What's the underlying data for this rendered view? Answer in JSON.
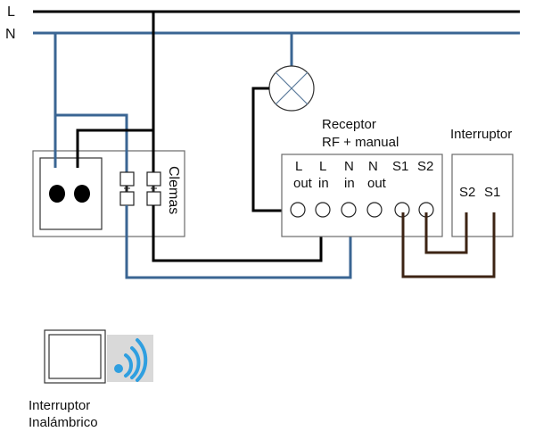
{
  "bus": {
    "line_label": "L",
    "neutral_label": "N"
  },
  "colors": {
    "line_wire": "#000000",
    "neutral_wire": "#3a6593",
    "switch_wire": "#3d2414",
    "wireless_icon": "#2f9fe0",
    "wireless_bg": "#d9d9d9"
  },
  "socket_box": {
    "terminal_label": "Clemas"
  },
  "receptor": {
    "title_line1": "Receptor",
    "title_line2": "RF + manual",
    "terminals": [
      {
        "top": "L",
        "bottom": "out"
      },
      {
        "top": "L",
        "bottom": "in"
      },
      {
        "top": "N",
        "bottom": "in"
      },
      {
        "top": "N",
        "bottom": "out"
      },
      {
        "top": "S1",
        "bottom": ""
      },
      {
        "top": "S2",
        "bottom": ""
      }
    ]
  },
  "switch_box": {
    "title": "Interruptor",
    "terminals": [
      "S2",
      "S1"
    ]
  },
  "wireless": {
    "label_line1": "Interruptor",
    "label_line2": "Inalámbrico"
  }
}
